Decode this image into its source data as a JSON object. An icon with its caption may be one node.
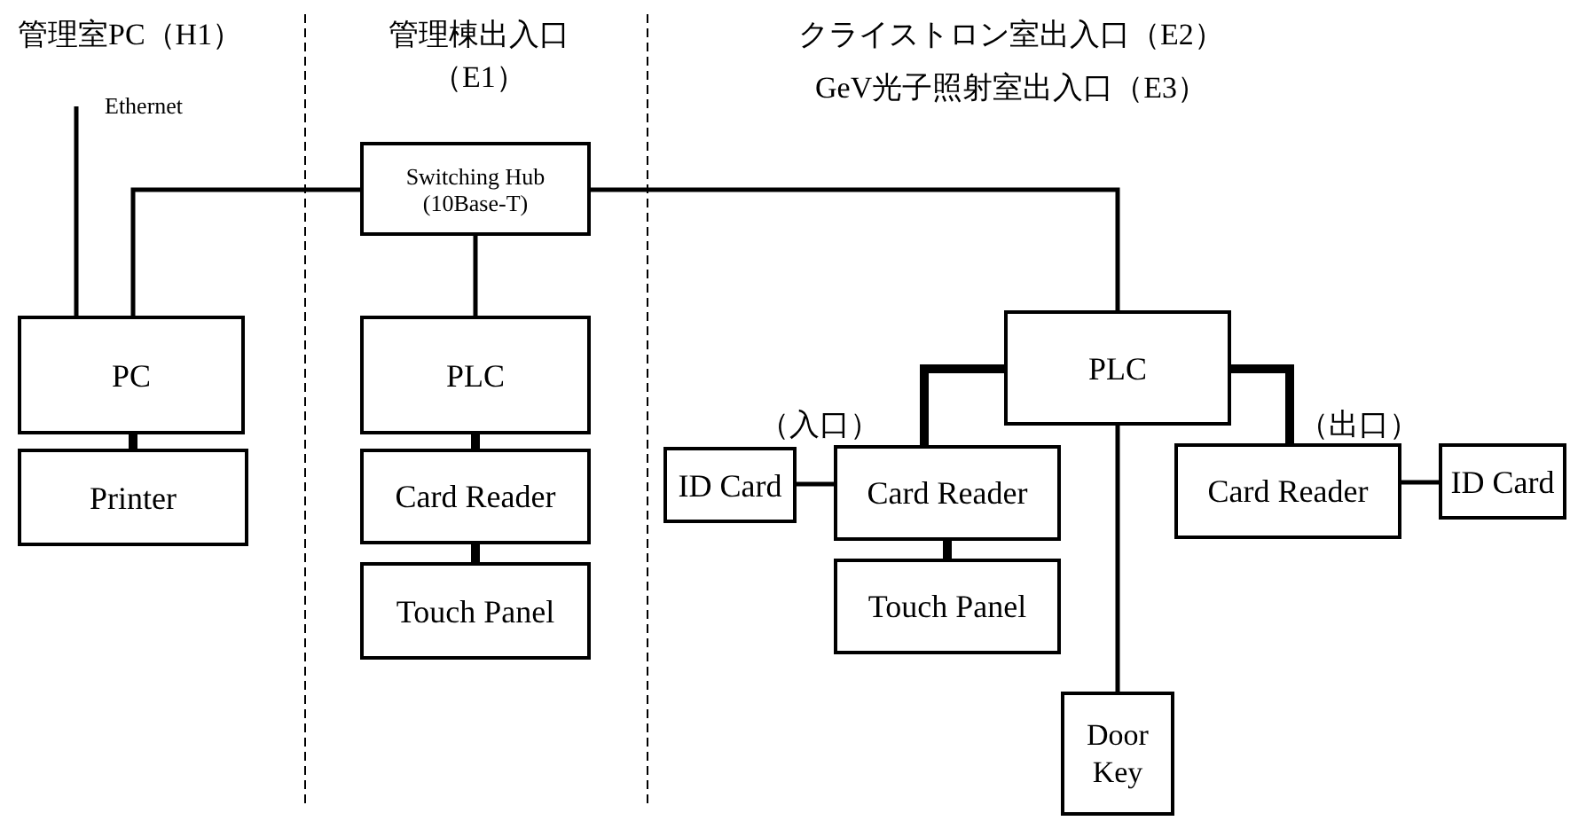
{
  "diagram": {
    "nodes": [
      {
        "text": [
          "Switching Hub (10Base-T)"
        ]
      },
      {
        "text": [
          "PC"
        ]
      },
      {
        "text": [
          "Printer"
        ]
      },
      {
        "text": [
          "PLC"
        ]
      },
      {
        "text": [
          "Card Reader"
        ]
      },
      {
        "text": [
          "Touch Panel"
        ]
      },
      {
        "text": [
          "PLC"
        ]
      },
      {
        "text": [
          "ID Card"
        ]
      },
      {
        "text": [
          "Card Reader"
        ]
      },
      {
        "text": [
          "Touch Panel"
        ]
      },
      {
        "text": [
          "Card Reader"
        ]
      },
      {
        "text": [
          "ID Card"
        ]
      },
      {
        "text": [
          "Door Key"
        ]
      }
    ],
    "edges": [
      {
        "from": null,
        "to": 1,
        "arrow": "none",
        "label": "Ethernet"
      },
      {
        "from": 1,
        "to": 0,
        "arrow": "none"
      },
      {
        "from": 1,
        "to": 2,
        "arrow": "none",
        "style": "thick"
      },
      {
        "from": 0,
        "to": 3,
        "arrow": "none"
      },
      {
        "from": 3,
        "to": 4,
        "arrow": "none",
        "style": "thick"
      },
      {
        "from": 4,
        "to": 5,
        "arrow": "none",
        "style": "thick"
      },
      {
        "from": 0,
        "to": 6,
        "arrow": "none"
      },
      {
        "from": 6,
        "to": 8,
        "arrow": "none",
        "style": "thick"
      },
      {
        "from": 6,
        "to": 10,
        "arrow": "none",
        "style": "thick"
      },
      {
        "from": 7,
        "to": 8,
        "arrow": "none"
      },
      {
        "from": 10,
        "to": 11,
        "arrow": "none"
      },
      {
        "from": 8,
        "to": 9,
        "arrow": "none",
        "style": "thick"
      },
      {
        "from": 6,
        "to": 12,
        "arrow": "none"
      }
    ],
    "labels": [
      "管理室PC（H1）",
      "管理棟出入口（E1）",
      "クライストロン室出入口（E2）",
      "GeV光子照射室出入口（E3）",
      "（入口）",
      "（出口）"
    ]
  }
}
